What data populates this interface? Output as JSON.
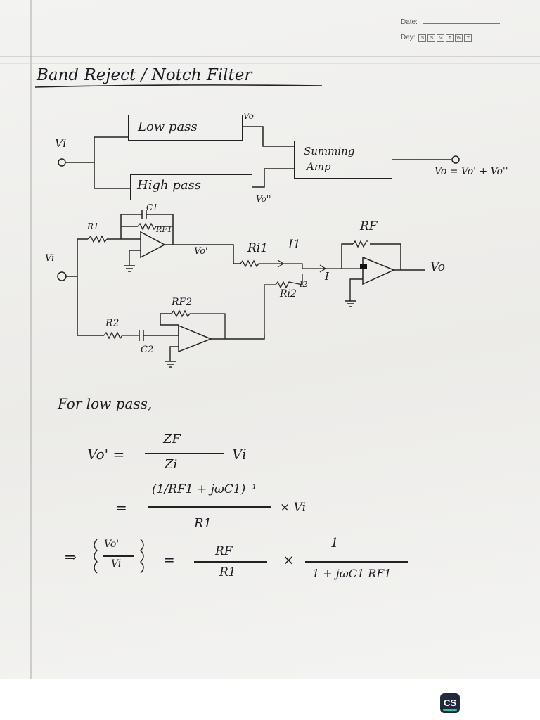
{
  "header": {
    "date_label": "Date:",
    "day_label": "Day:",
    "days": [
      "S",
      "S",
      "M",
      "T",
      "W",
      "T"
    ]
  },
  "title": "Band Reject / Notch Filter",
  "block_diagram": {
    "input": "Vi",
    "low_pass": "Low pass",
    "high_pass": "High pass",
    "out_low": "Vo'",
    "out_high": "Vo''",
    "summing_line1": "Summing",
    "summing_line2": "Amp",
    "output_eq": "Vo = Vo' + Vo''"
  },
  "circuit": {
    "R1": "R1",
    "C1": "C1",
    "RF1": "RF1",
    "Vo_prime": "Vo'",
    "Ri1": "Ri1",
    "I1": "I1",
    "I": "I",
    "Ri2": "Ri2",
    "I2": "I2",
    "RF": "RF",
    "Vo": "Vo",
    "Vi": "Vi",
    "RF2": "RF2",
    "R2": "R2",
    "C2": "C2"
  },
  "derivation": {
    "heading": "For low pass,",
    "eq1_lhs": "Vo' =",
    "eq1_num": "ZF",
    "eq1_den": "Zi",
    "eq1_tail": "Vi",
    "eq2_eq": "=",
    "eq2_num": "(1/RF1 + jωC1)⁻¹",
    "eq2_den": "R1",
    "eq2_tail": "× Vi",
    "eq3_arrow": "⇒",
    "eq3_lhs_num": "Vo'",
    "eq3_lhs_den": "Vi",
    "eq3_eq": "=",
    "eq3_num1": "RF",
    "eq3_den1": "R1",
    "eq3_times": "×",
    "eq3_num2": "1",
    "eq3_den2": "1 + jωC1 RF1"
  },
  "footer": {
    "logo": "CS"
  }
}
